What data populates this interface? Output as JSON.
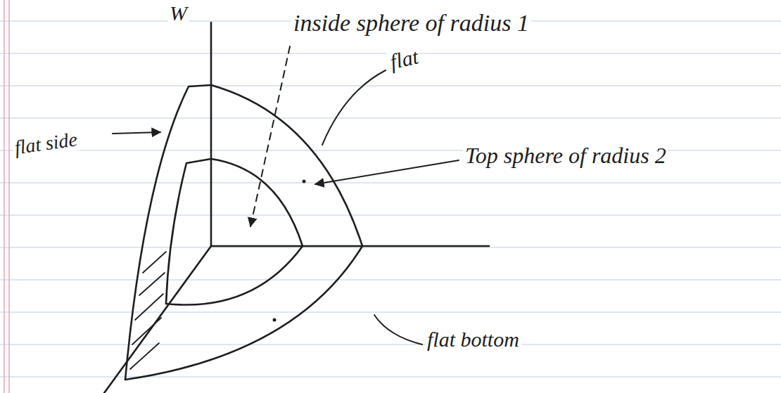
{
  "diagram": {
    "labels": [
      "W",
      "inside sphere of radius 1",
      "flat",
      "flat side",
      "Top sphere of radius 2",
      "flat bottom"
    ]
  }
}
